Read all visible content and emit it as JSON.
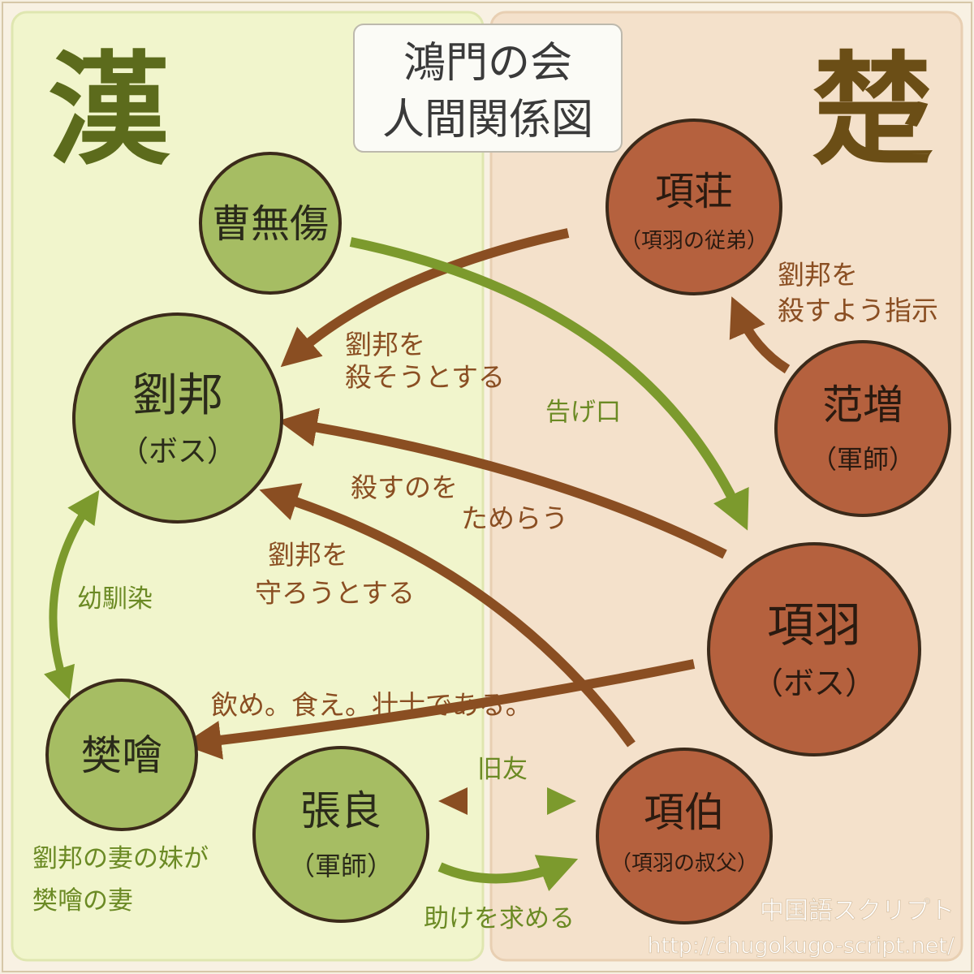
{
  "title": {
    "line1": "鴻門の会",
    "line2": "人間関係図"
  },
  "sides": {
    "han": "漢",
    "chu": "楚"
  },
  "people": {
    "sou_mushou": {
      "name": "曹無傷",
      "sub": ""
    },
    "ryuho": {
      "name": "劉邦",
      "sub": "（ボス）"
    },
    "hankai": {
      "name": "樊噲",
      "sub": ""
    },
    "chouryou": {
      "name": "張良",
      "sub": "（軍師）"
    },
    "koushou": {
      "name": "項荘",
      "sub": "（項羽の従弟）"
    },
    "hanzou": {
      "name": "范増",
      "sub": "（軍師）"
    },
    "kouu": {
      "name": "項羽",
      "sub": "（ボス）"
    },
    "kouhaku": {
      "name": "項伯",
      "sub": "（項羽の叔父）"
    }
  },
  "labels": {
    "koushou_ryuho": [
      "劉邦を",
      "殺そうとする"
    ],
    "tsugeguchi": [
      "告げ口"
    ],
    "hanzou_koushou": [
      "劉邦を",
      "殺すよう指示"
    ],
    "tamerau": [
      "殺すのを",
      "ためらう"
    ],
    "mamorou": [
      "劉邦を",
      "守ろうとする"
    ],
    "osananajimi": [
      "幼馴染"
    ],
    "sonshi": [
      "飲め。食え。壮士である。"
    ],
    "kyuyu": [
      "旧友"
    ],
    "tasuke": [
      "助けを求める"
    ],
    "hankai_note": [
      "劉邦の妻の妹が",
      "樊噲の妻"
    ]
  },
  "watermark": {
    "name": "中国語スクリプト",
    "url": "http://chugokugo-script.net/"
  },
  "colors": {
    "han_panel": "#f1f5cc",
    "chu_panel": "#f4e1cb",
    "han_node": "#a6bd63",
    "chu_node": "#b5613e",
    "brown_arrow": "#8a4e22",
    "green_arrow": "#7c9a2d",
    "han_char": "#5c6b1c",
    "chu_char": "#6b4e16",
    "green_text": "#6b8a24",
    "brown_text": "#8a4e22"
  }
}
